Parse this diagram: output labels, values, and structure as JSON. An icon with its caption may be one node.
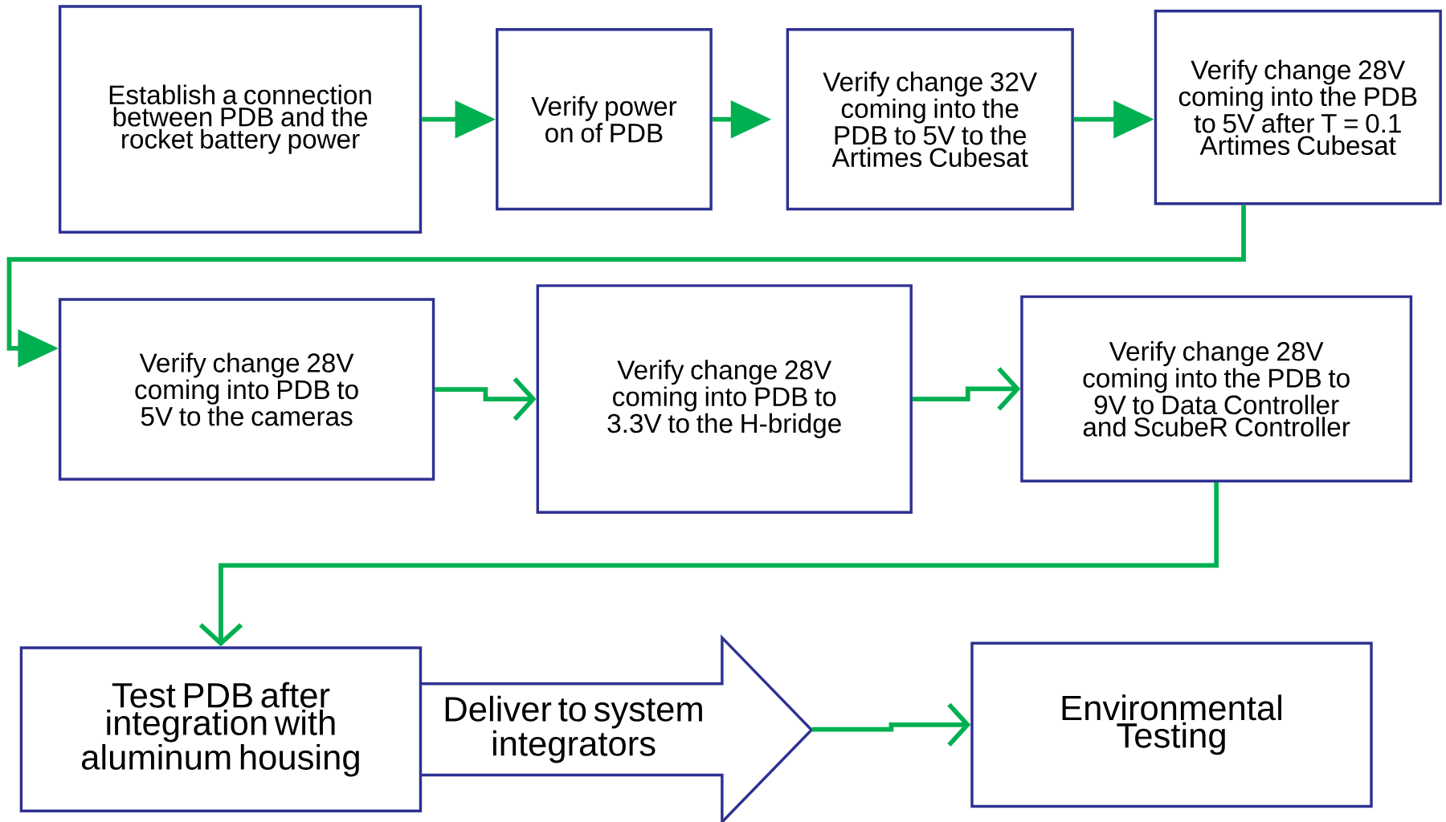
{
  "diagram": {
    "nodes": [
      {
        "text": [
          "Establish a connection between PDB and the rocket battery power"
        ]
      },
      {
        "text": [
          "Verify power on of PDB"
        ]
      },
      {
        "text": [
          "Verify change 32V coming into the PDB to 5V to the Artimes Cubesat"
        ]
      },
      {
        "text": [
          "Verify change 28V coming into the PDB to 5V after T = 0.1 Artimes Cubesat"
        ]
      },
      {
        "text": [
          "Verify change 28V coming into PDB to 5V to the cameras"
        ]
      },
      {
        "text": [
          "Verify change 28V coming into PDB to 3.3V to the H-bridge"
        ]
      },
      {
        "text": [
          "Verify change 28V coming into the PDB to 9V to Data Controller and ScubeR Controller"
        ]
      },
      {
        "text": [
          "Test PDB after integration with aluminum housing"
        ]
      },
      {
        "text": [
          "Deliver to system integrators"
        ]
      },
      {
        "text": [
          "Environmental Testing"
        ]
      }
    ],
    "edges": [
      {
        "from": 0,
        "to": 1,
        "arrow": "to"
      },
      {
        "from": 1,
        "to": 2,
        "arrow": "to"
      },
      {
        "from": 2,
        "to": 3,
        "arrow": "to"
      },
      {
        "from": 3,
        "to": 4,
        "arrow": "to"
      },
      {
        "from": 4,
        "to": 5,
        "arrow": "to"
      },
      {
        "from": 5,
        "to": 6,
        "arrow": "to"
      },
      {
        "from": 6,
        "to": 7,
        "arrow": "to"
      },
      {
        "from": 8,
        "to": 9,
        "arrow": "to"
      }
    ]
  }
}
